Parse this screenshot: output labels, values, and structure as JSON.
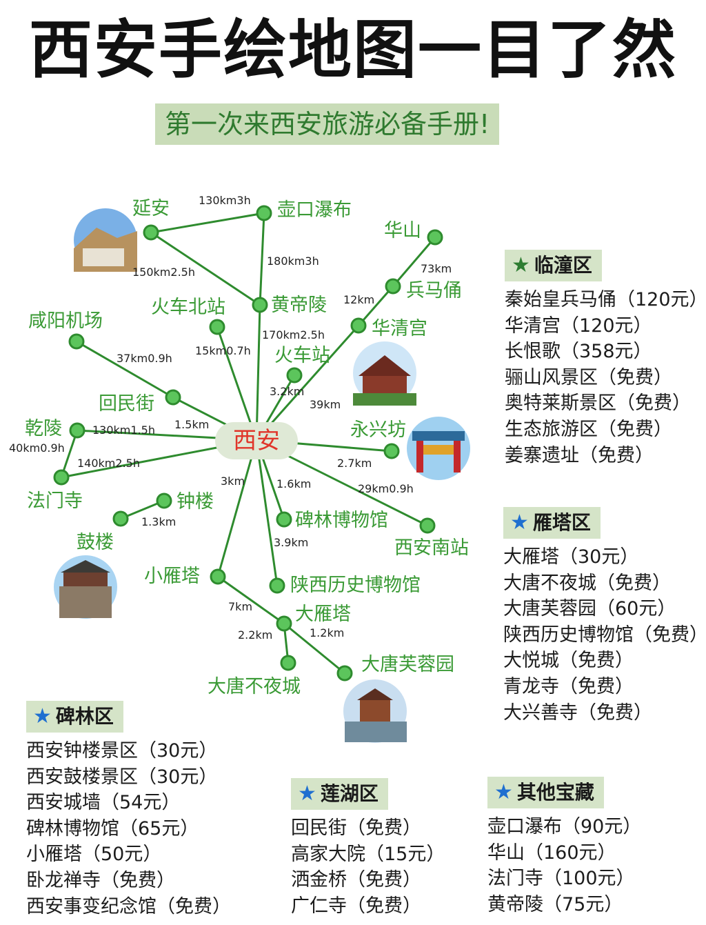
{
  "title": "西安手绘地图一目了然",
  "subtitle": "第一次来西安旅游必备手册!",
  "center_label": "西安",
  "nodes": {
    "yanan": "延安",
    "hukou": "壶口瀑布",
    "huangdiling": "黄帝陵",
    "huashan": "华山",
    "bingmayong": "兵马俑",
    "huaqinggong": "华清宫",
    "huochebeizhan": "火车北站",
    "xianyang_airport": "咸阳机场",
    "huochezhan": "火车站",
    "huiminjie": "回民街",
    "qianling": "乾陵",
    "yongxingfang": "永兴坊",
    "famensi": "法门寺",
    "zhonglou": "钟楼",
    "gulou": "鼓楼",
    "beilin_museum": "碑林博物馆",
    "xian_south": "西安南站",
    "xiaoyanta": "小雁塔",
    "shaanxi_museum": "陕西历史博物馆",
    "dayanta": "大雁塔",
    "datang_budaye": "大唐不夜城",
    "datang_furong": "大唐芙蓉园"
  },
  "distances": {
    "yanan_hukou": "130km3h",
    "yanan_huangdiling": "150km2.5h",
    "hukou_huangdiling": "180km3h",
    "huashan_bingmayong": "73km",
    "bingmayong_huaqinggong": "12km",
    "huangdiling_xian": "170km2.5h",
    "airport_huiminjie": "37km0.9h",
    "beizhan_xian": "15km0.7h",
    "huochezhan_xian": "3.2km",
    "huaqinggong_xian": "39km",
    "huiminjie_xian": "1.5km",
    "qianling_xian": "130km1.5h",
    "qianling_famensi": "40km0.9h",
    "famensi_xian": "140km2.5h",
    "yongxingfang_xian": "2.7km",
    "xian_xiaoyanta": "3km",
    "xian_beilin": "1.6km",
    "xian_south": "29km0.9h",
    "zhonglou_gulou": "1.3km",
    "xian_shaanxi_museum": "3.9km",
    "xiaoyanta_dayanta": "7km",
    "dayanta_budaye": "2.2km",
    "dayanta_furong": "1.2km"
  },
  "sections": {
    "lintong": {
      "title": "临潼区",
      "items": [
        "秦始皇兵马俑（120元）",
        "华清宫（120元）",
        "长恨歌（358元）",
        "骊山风景区（免费）",
        "奥特莱斯景区（免费）",
        "生态旅游区（免费）",
        "姜寨遗址（免费）"
      ]
    },
    "yanta": {
      "title": "雁塔区",
      "items": [
        "大雁塔（30元）",
        "大唐不夜城（免费）",
        "大唐芙蓉园（60元）",
        "陕西历史博物馆（免费）",
        "大悦城（免费）",
        "青龙寺（免费）",
        "大兴善寺（免费）"
      ]
    },
    "beilin": {
      "title": "碑林区",
      "items": [
        "西安钟楼景区（30元）",
        "西安鼓楼景区（30元）",
        "西安城墙（54元）",
        "碑林博物馆（65元）",
        "小雁塔（50元）",
        "卧龙禅寺（免费）",
        "西安事变纪念馆（免费）"
      ]
    },
    "lianhu": {
      "title": "莲湖区",
      "items": [
        "回民街（免费）",
        "高家大院（15元）",
        "洒金桥（免费）",
        "广仁寺（免费）"
      ]
    },
    "other": {
      "title": "其他宝藏",
      "items": [
        "壶口瀑布（90元）",
        "华山（160元）",
        "法门寺（100元）",
        "黄帝陵（75元）"
      ]
    }
  },
  "colors": {
    "line": "#2e8b2e",
    "node_fill": "#5cc55c",
    "label_green": "#3a9a35",
    "center_text": "#e0352a",
    "subtitle_bg": "#c9dcb8",
    "section_bg": "#d5e4c8",
    "star_lintong": "#2e7d32",
    "star_blue": "#1f6fd0"
  }
}
